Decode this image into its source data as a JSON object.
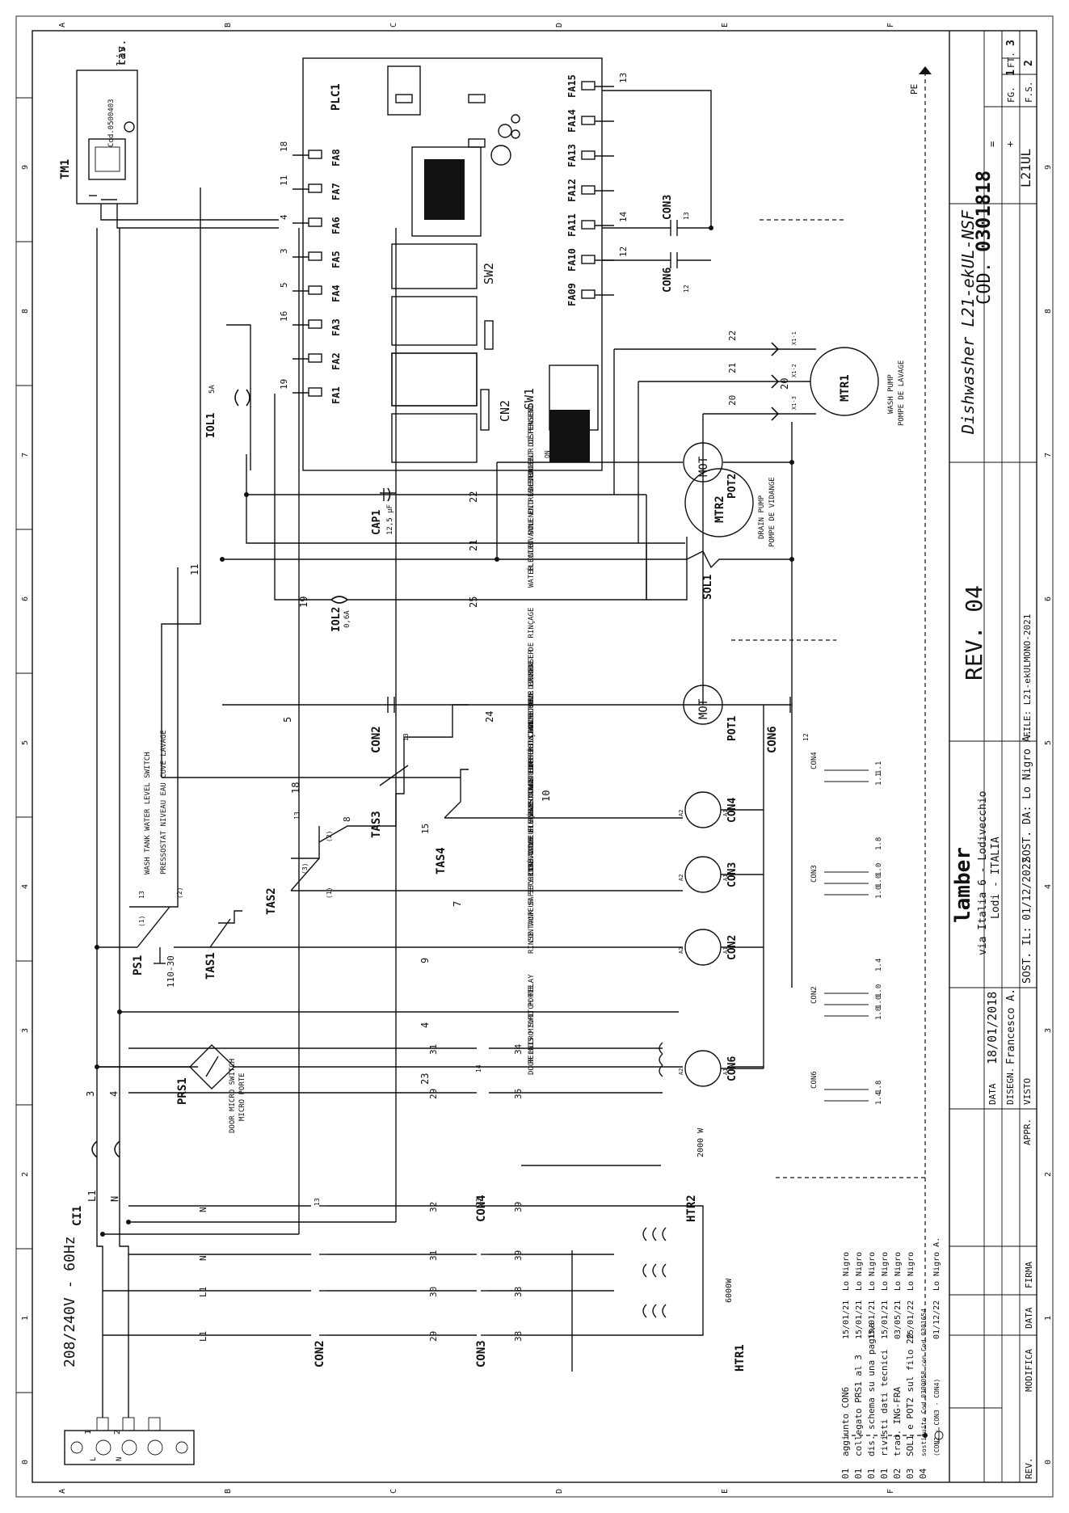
{
  "grid": {
    "cols": [
      "0",
      "1",
      "2",
      "3",
      "4",
      "5",
      "6",
      "7",
      "8",
      "9"
    ],
    "rows": [
      "A",
      "B",
      "C",
      "D",
      "E",
      "F"
    ]
  },
  "supply": {
    "voltage": "208/240V - 60Hz",
    "breaker": "CI1",
    "l1": "L1",
    "n": "N",
    "wire3": "3",
    "wire4": "4"
  },
  "terminal": {
    "t1": "1",
    "t2": "2",
    "n": "N",
    "l": "L",
    "pe": "PE"
  },
  "tm1": {
    "label": "TM1",
    "code": "Cod.0500403",
    "ris": "ris.",
    "lav": "lav"
  },
  "plc": {
    "label": "PLC1",
    "sw1": "SW1",
    "sw2": "SW2",
    "cn2": "CN2",
    "on": "ON",
    "left_pins": [
      "FA8",
      "FA7",
      "FA6",
      "FA5",
      "FA4",
      "FA3",
      "FA2",
      "FA1"
    ],
    "left_wires": [
      "18",
      "11",
      "4",
      "3",
      "5",
      "16",
      "",
      "19"
    ],
    "right_pins": [
      "FA15",
      "FA14",
      "FA13",
      "FA12",
      "FA11",
      "FA10",
      "FA09"
    ],
    "right_wires": [
      "13",
      "",
      "",
      "",
      "14",
      "12",
      ""
    ]
  },
  "con3_top": {
    "label": "CON3",
    "c1": "13"
  },
  "con6_top": {
    "label": "CON6",
    "c1": "12"
  },
  "mtr1": {
    "label": "MTR1",
    "desc1": "WASH PUMP",
    "desc2": "POMPE DE LAVAGE",
    "w22": "22",
    "w21": "21",
    "w20": "20",
    "x1": "X1-1",
    "x2": "X1-2",
    "x3": "X1-3"
  },
  "mtr2": {
    "label": "MTR2",
    "desc1": "DRAIN PUMP",
    "desc2": "POMPE DE VIDANGE"
  },
  "iol1": {
    "label": "IOL1",
    "rating": "5A"
  },
  "iol2": {
    "label": "IOL2",
    "rating": "0,6A"
  },
  "cap1": {
    "label": "CAP1",
    "value": "12,5 µF"
  },
  "wires": {
    "w22": "22",
    "w21": "21",
    "w19": "19",
    "w25": "25",
    "w20": "20",
    "w11": "11",
    "w5": "5",
    "w24": "24",
    "w18": "18",
    "w10": "10",
    "w7": "7",
    "w9": "9",
    "w4": "4",
    "w23": "23",
    "w8": "8",
    "w15": "15"
  },
  "pot2": {
    "label": "POT2",
    "desc1": "DETERGENT DISPENSER",
    "desc2": "DOSEUR DÉTERGENT"
  },
  "sol1": {
    "label": "SOL1",
    "desc1": "WATER INLET SOLENOID VALVE",
    "desc2": "ÉLECTROVANNE ENTRÉE EAU"
  },
  "pot1": {
    "label": "POT1",
    "desc1": "RINSE AID DISPENSER",
    "desc2": "DOSEUR PRODUIT DE RINÇAGE"
  },
  "con2_mid": {
    "label": "CON2",
    "c1": "13"
  },
  "con6_mid": {
    "label": "CON6",
    "c1": "12"
  },
  "mot": "MOT",
  "coils": [
    {
      "label": "CON4",
      "desc1": "WASH TANK ELEMENT CONTACTOR",
      "desc2": "CONTACTEUR RÉSISTANCE CUVE LAVAGE"
    },
    {
      "label": "CON3",
      "desc1": "RINSE TANK ELEMENT CONTACTOR",
      "desc2": "CONTACTEUR RÉSISTANCE CUVE RINÇAGE"
    },
    {
      "label": "CON2",
      "desc1": "RINSE TANK SAFETY CONTACTOR",
      "desc2": "CONTACTEUR SECURITÉ CUVE RINÇAGE"
    },
    {
      "label": "CON6",
      "desc1": "DOOR MICRO SWITCH RELAY",
      "desc2": "RELAIS MICRO PORTE"
    }
  ],
  "a1": "A1",
  "a2": "A2",
  "ps1": {
    "label": "PS1",
    "range": "110-30",
    "desc1": "WASH TANK WATER LEVEL SWITCH",
    "desc2": "PRESSOSTAT NIVEAU EAU CUVE LAVAGE",
    "c11": "(1)",
    "c12": "(2)",
    "c13": "13"
  },
  "tas": {
    "tas1": "TAS1",
    "tas2": "TAS2",
    "tas3": "TAS3",
    "tas4": "TAS4",
    "c1": "(1)",
    "c2": "(2)",
    "c3": "(3)",
    "c13": "13"
  },
  "prs1": {
    "label": "PRS1",
    "desc1": "DOOR MICRO SWITCH",
    "desc2": "MICRO PORTE"
  },
  "contact_tables": [
    {
      "label": "CON4",
      "left": [
        "1.1",
        "1.1"
      ],
      "right": []
    },
    {
      "label": "CON3",
      "left": [
        "1.0",
        "1.0",
        "1.0"
      ],
      "right": [
        "1.8"
      ]
    },
    {
      "label": "CON2",
      "left": [
        "1.0",
        "1.0",
        "1.0"
      ],
      "right": [
        "1.4"
      ]
    },
    {
      "label": "CON6",
      "left": [
        "1.4",
        "1.8"
      ],
      "right": []
    }
  ],
  "power": {
    "con2": "CON2",
    "con3": "CON3",
    "con4": "CON4",
    "htr1": "HTR1",
    "htr1_power": "6000W",
    "htr2": "HTR2",
    "htr2_power": "2000 W",
    "c13": "13",
    "c14": "14",
    "l_labels": [
      "L1",
      "L1",
      "N",
      "N"
    ],
    "mid_labels": [
      "29",
      "30",
      "31",
      "32"
    ],
    "right_labels": [
      "38",
      "38",
      "39",
      "39"
    ],
    "con4_left": [
      "29",
      "31"
    ],
    "con4_right": [
      "35",
      "34"
    ]
  },
  "title_block": {
    "code_label": "COD.",
    "code": "0301818",
    "fg_label": "FG.",
    "fg": "1",
    "ft_label": "FT.",
    "ft": "3",
    "fs_label": "F.S.",
    "fs": "2",
    "eq": "=",
    "plus": "+",
    "model": "L21UL",
    "title": "Dishwasher L21-ekUL-NSF",
    "rev": "REV. 04",
    "file": "FILE: L21-ekULMONO-2021",
    "company": "lamber",
    "addr1": "via Italia 6 - Lodivecchio",
    "addr2": "Lodi - ITALIA",
    "sost_il": "SOST. IL: 01/12/2022",
    "sost_da": "SOST. DA: Lo Nigro A.",
    "data_label": "DATA",
    "data": "18/01/2018",
    "disegn_label": "DISEGN.",
    "disegn": "Francesco A.",
    "visto": "VISTO",
    "appr": "APPR.",
    "rev_col": "REV.",
    "modifica_col": "MODIFICA",
    "data_col": "DATA",
    "firma_col": "FIRMA"
  },
  "revisions": [
    {
      "rev": "01",
      "text": "aggiunto CON6",
      "date": "15/01/21",
      "by": "Lo Nigro"
    },
    {
      "rev": "01",
      "text": "collegato PRS1 al 3",
      "date": "15/01/21",
      "by": "Lo Nigro"
    },
    {
      "rev": "01",
      "text": "dis. schema su una pagina",
      "date": "15/01/21",
      "by": "Lo Nigro"
    },
    {
      "rev": "01",
      "text": "rivisti dati tecnici",
      "date": "15/01/21",
      "by": "Lo Nigro"
    },
    {
      "rev": "02",
      "text": "trad. ING-FRA",
      "date": "03/05/21",
      "by": "Lo Nigro"
    },
    {
      "rev": "03",
      "text": "SOL1 e POT2 sul filo 20",
      "date": "25/01/22",
      "by": "Lo Nigro"
    },
    {
      "rev": "04",
      "text": "sostituito Cod.0300058 con Cod.0301654",
      "date": "",
      "by": ""
    },
    {
      "rev": "",
      "text": "(CON2 - CON3 - CON4)",
      "date": "01/12/22",
      "by": "Lo Nigro A."
    }
  ]
}
